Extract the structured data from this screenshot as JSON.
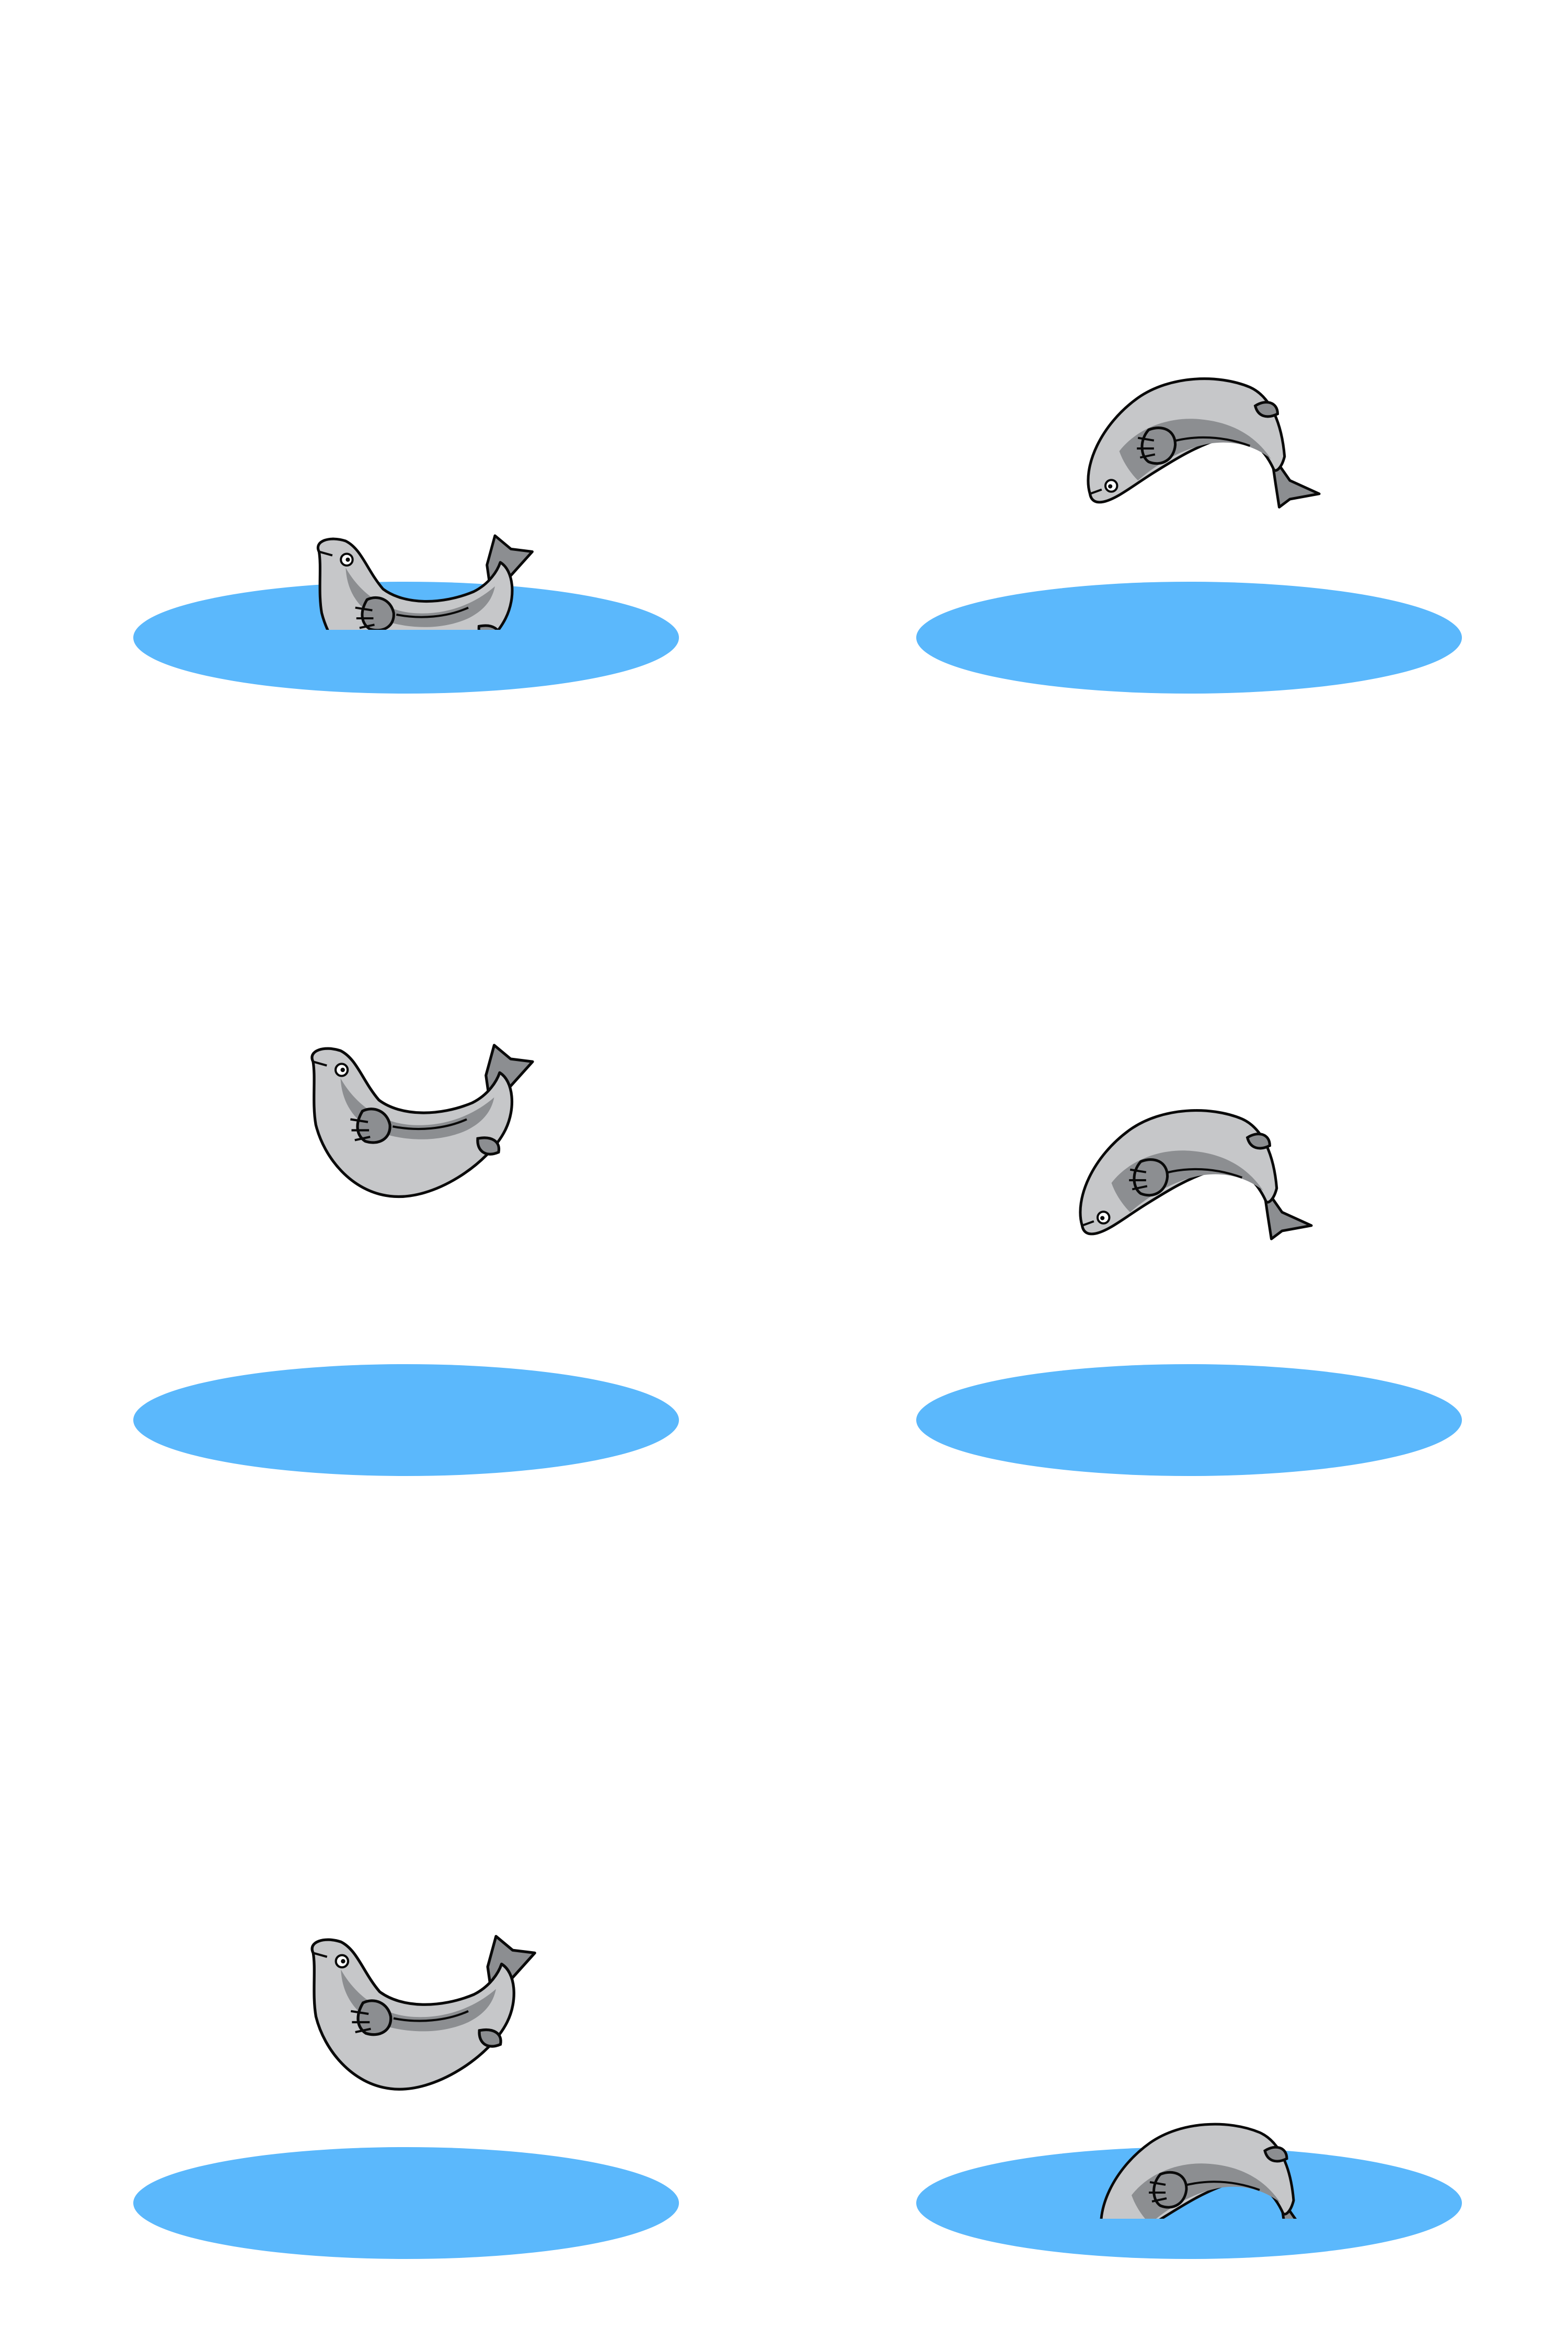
{
  "title": "",
  "colors": {
    "background": "#ffffff",
    "water": "#5bb8fc",
    "fish_body": "#c6c7c9",
    "fish_stripe": "#8c8e91",
    "fish_fin": "#8c8e91",
    "outline": "#0a0a0a"
  },
  "frames": [
    {
      "id": "frame-1",
      "fish_pose": "rising-out-of-water",
      "partially_submerged": true
    },
    {
      "id": "frame-2",
      "fish_pose": "diving-head-down",
      "partially_submerged": false
    },
    {
      "id": "frame-3",
      "fish_pose": "jumping-head-up",
      "partially_submerged": false
    },
    {
      "id": "frame-4",
      "fish_pose": "diving-head-down",
      "partially_submerged": false
    },
    {
      "id": "frame-5",
      "fish_pose": "jumping-head-up",
      "partially_submerged": false
    },
    {
      "id": "frame-6",
      "fish_pose": "entering-water",
      "partially_submerged": true
    }
  ]
}
